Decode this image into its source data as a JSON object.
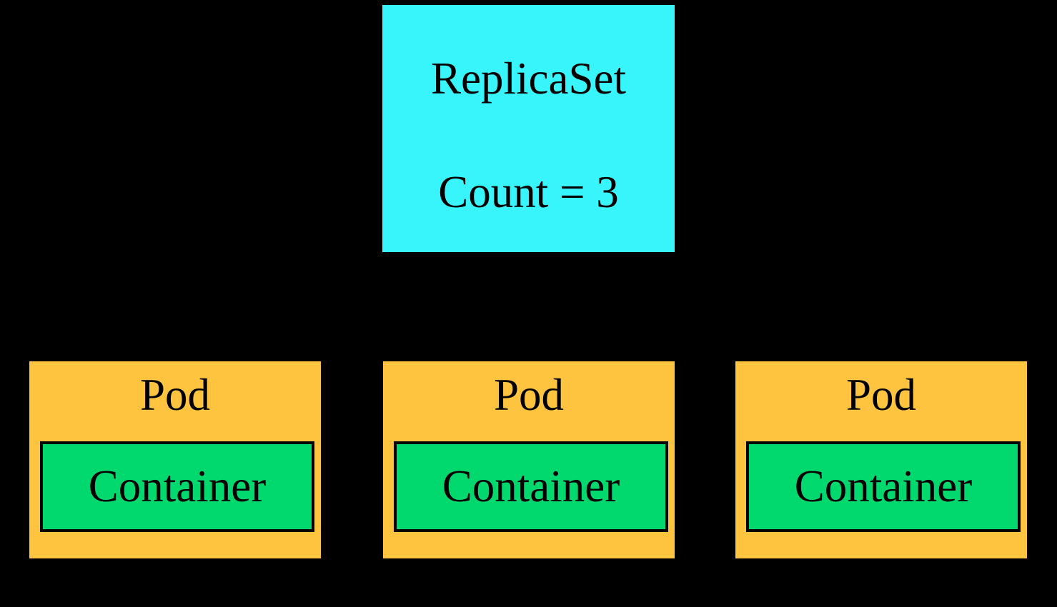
{
  "colors": {
    "background": "#000000",
    "replicaset_fill": "#38F5FC",
    "pod_fill": "#FEC43F",
    "container_fill": "#01D96F",
    "border": "#000000",
    "text": "#000000"
  },
  "replicaset": {
    "title": "ReplicaSet",
    "count_text": "Count = 3"
  },
  "pods": [
    {
      "label": "Pod",
      "container_label": "Container"
    },
    {
      "label": "Pod",
      "container_label": "Container"
    },
    {
      "label": "Pod",
      "container_label": "Container"
    }
  ]
}
